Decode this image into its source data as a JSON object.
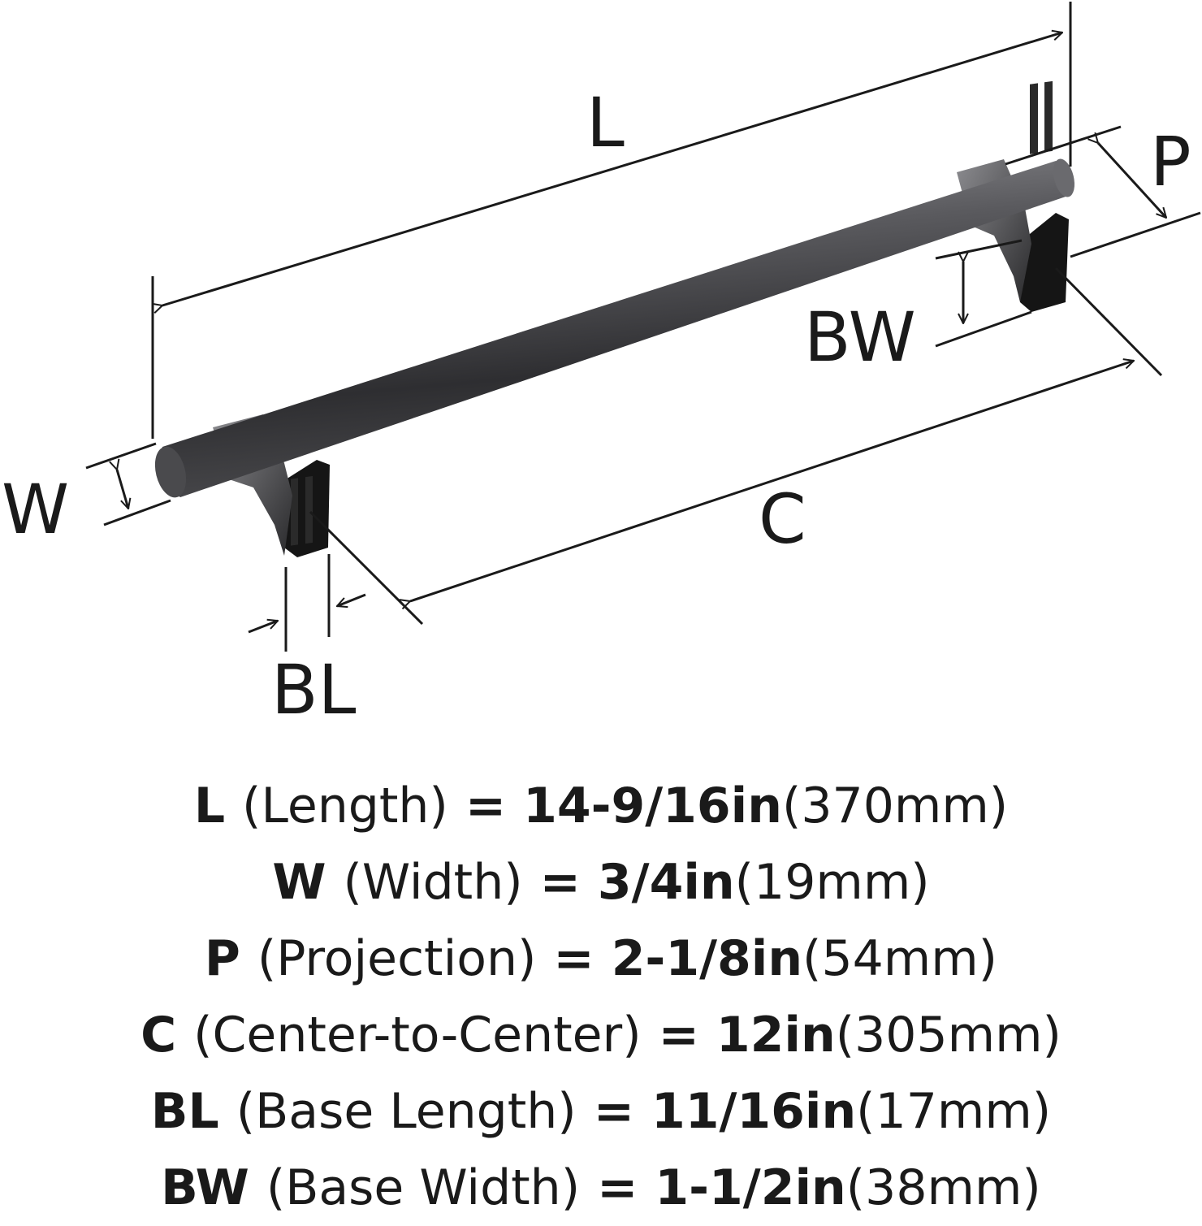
{
  "diagram": {
    "labels": {
      "L": "L",
      "P": "P",
      "BW": "BW",
      "W": "W",
      "C": "C",
      "BL": "BL"
    },
    "colors": {
      "line": "#1a1a1a",
      "metal_dark": "#3a3a3c",
      "metal_light": "#8a8a8e",
      "base": "#151515"
    }
  },
  "specs": [
    {
      "code": "L",
      "name": "(Length)",
      "eq": "=",
      "imperial": "14-9/16in",
      "metric": "(370mm)"
    },
    {
      "code": "W",
      "name": "(Width)",
      "eq": "=",
      "imperial": "3/4in",
      "metric": "(19mm)"
    },
    {
      "code": "P",
      "name": "(Projection)",
      "eq": "=",
      "imperial": "2-1/8in",
      "metric": "(54mm)"
    },
    {
      "code": "C",
      "name": "(Center-to-Center)",
      "eq": "=",
      "imperial": "12in",
      "metric": "(305mm)"
    },
    {
      "code": "BL",
      "name": "(Base Length)",
      "eq": "=",
      "imperial": "11/16in",
      "metric": "(17mm)"
    },
    {
      "code": "BW",
      "name": "(Base Width)",
      "eq": "=",
      "imperial": "1-1/2in",
      "metric": "(38mm)"
    }
  ]
}
